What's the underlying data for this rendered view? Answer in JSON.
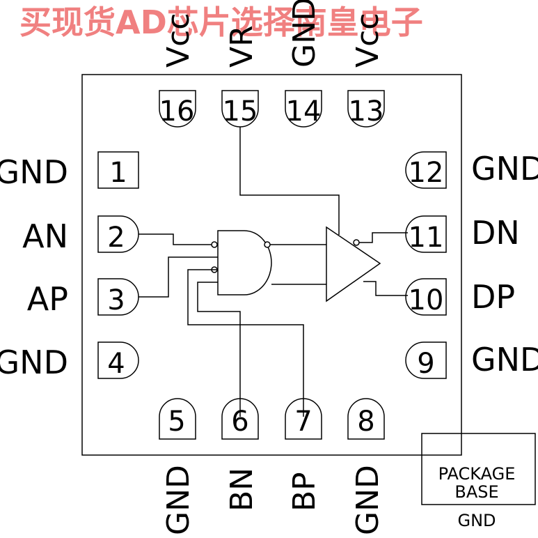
{
  "watermark": "买现货AD芯片选择南皇电子",
  "pins": {
    "p1": {
      "num": "1",
      "label": "GND"
    },
    "p2": {
      "num": "2",
      "label": "AN"
    },
    "p3": {
      "num": "3",
      "label": "AP"
    },
    "p4": {
      "num": "4",
      "label": "GND"
    },
    "p5": {
      "num": "5",
      "label": "GND"
    },
    "p6": {
      "num": "6",
      "label": "BN"
    },
    "p7": {
      "num": "7",
      "label": "BP"
    },
    "p8": {
      "num": "8",
      "label": "GND"
    },
    "p9": {
      "num": "9",
      "label": "GND"
    },
    "p10": {
      "num": "10",
      "label": "DP"
    },
    "p11": {
      "num": "11",
      "label": "DN"
    },
    "p12": {
      "num": "12",
      "label": "GND"
    },
    "p13": {
      "num": "13",
      "label": "Vcc"
    },
    "p14": {
      "num": "14",
      "label": "GND"
    },
    "p15": {
      "num": "15",
      "label": "VR"
    },
    "p16": {
      "num": "16",
      "label": "Vcc"
    }
  },
  "package_base": {
    "line1": "PACKAGE",
    "line2": "BASE",
    "label": "GND"
  }
}
